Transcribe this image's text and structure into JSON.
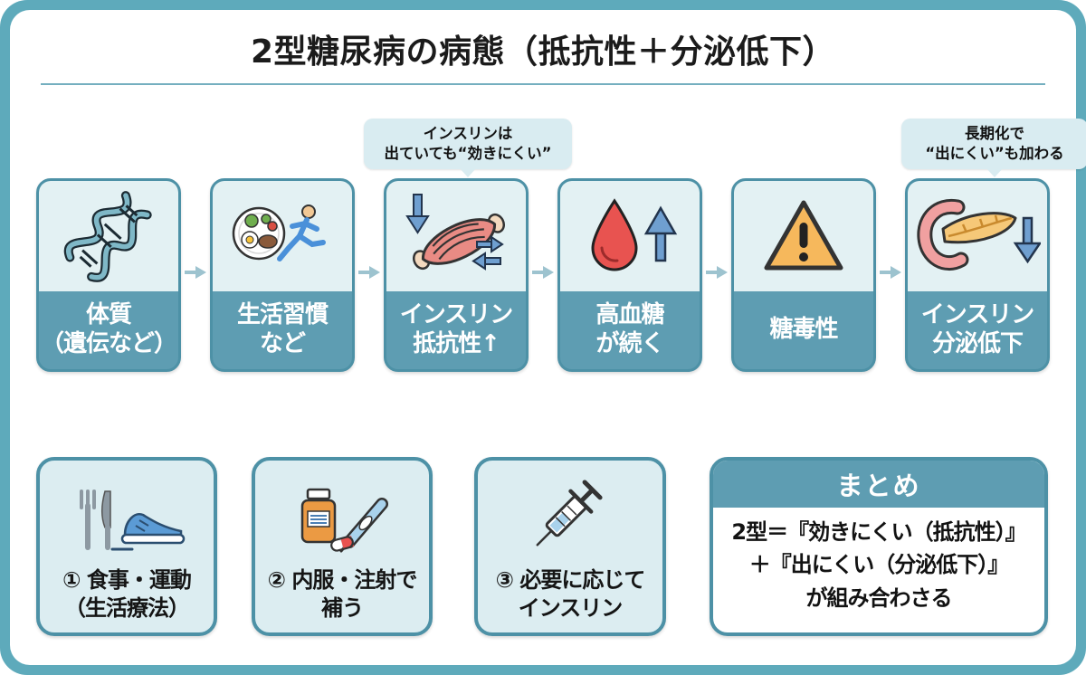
{
  "title": "2型糖尿病の病態（抵抗性＋分泌低下）",
  "colors": {
    "frame": "#5EAABB",
    "band_teal": "#5E9DB2",
    "box_border": "#4D91A6",
    "icon_area_bg": "#E3F1F3",
    "treat_box_bg": "#DCEDF1",
    "bubble_bg": "#D9ECF1",
    "flow_arrow": "#9DC3CF",
    "icon_arrow_blue": "#6F9FD0",
    "alert_orange": "#F6B85C",
    "blood_red": "#E85350"
  },
  "annotations": [
    {
      "id": "insulin-resistance-note",
      "text": "インスリンは\n出ていても“効きにくい”"
    },
    {
      "id": "secretion-decline-note",
      "text": "長期化で\n“出にくい”も加わる"
    }
  ],
  "flow": [
    {
      "icon": "dna-icon",
      "label": "体質\n（遺伝など）"
    },
    {
      "icon": "lifestyle-icon",
      "label": "生活習慣\nなど"
    },
    {
      "icon": "muscle-icon",
      "label": "インスリン\n抵抗性↑"
    },
    {
      "icon": "blood-drop-icon",
      "label": "高血糖\nが続く"
    },
    {
      "icon": "warning-icon",
      "label": "糖毒性"
    },
    {
      "icon": "pancreas-icon",
      "label": "インスリン\n分泌低下"
    }
  ],
  "treatments": [
    {
      "icon": "diet-exercise-icon",
      "label": "① 食事・運動\n（生活療法）"
    },
    {
      "icon": "medication-icon",
      "label": "② 内服・注射で\n補う"
    },
    {
      "icon": "syringe-icon",
      "label": "③ 必要に応じて\nインスリン"
    }
  ],
  "summary": {
    "header": "まとめ",
    "text": "2型＝『効きにくい（抵抗性）』\n＋『出にくい（分泌低下）』\nが組み合わさる"
  }
}
